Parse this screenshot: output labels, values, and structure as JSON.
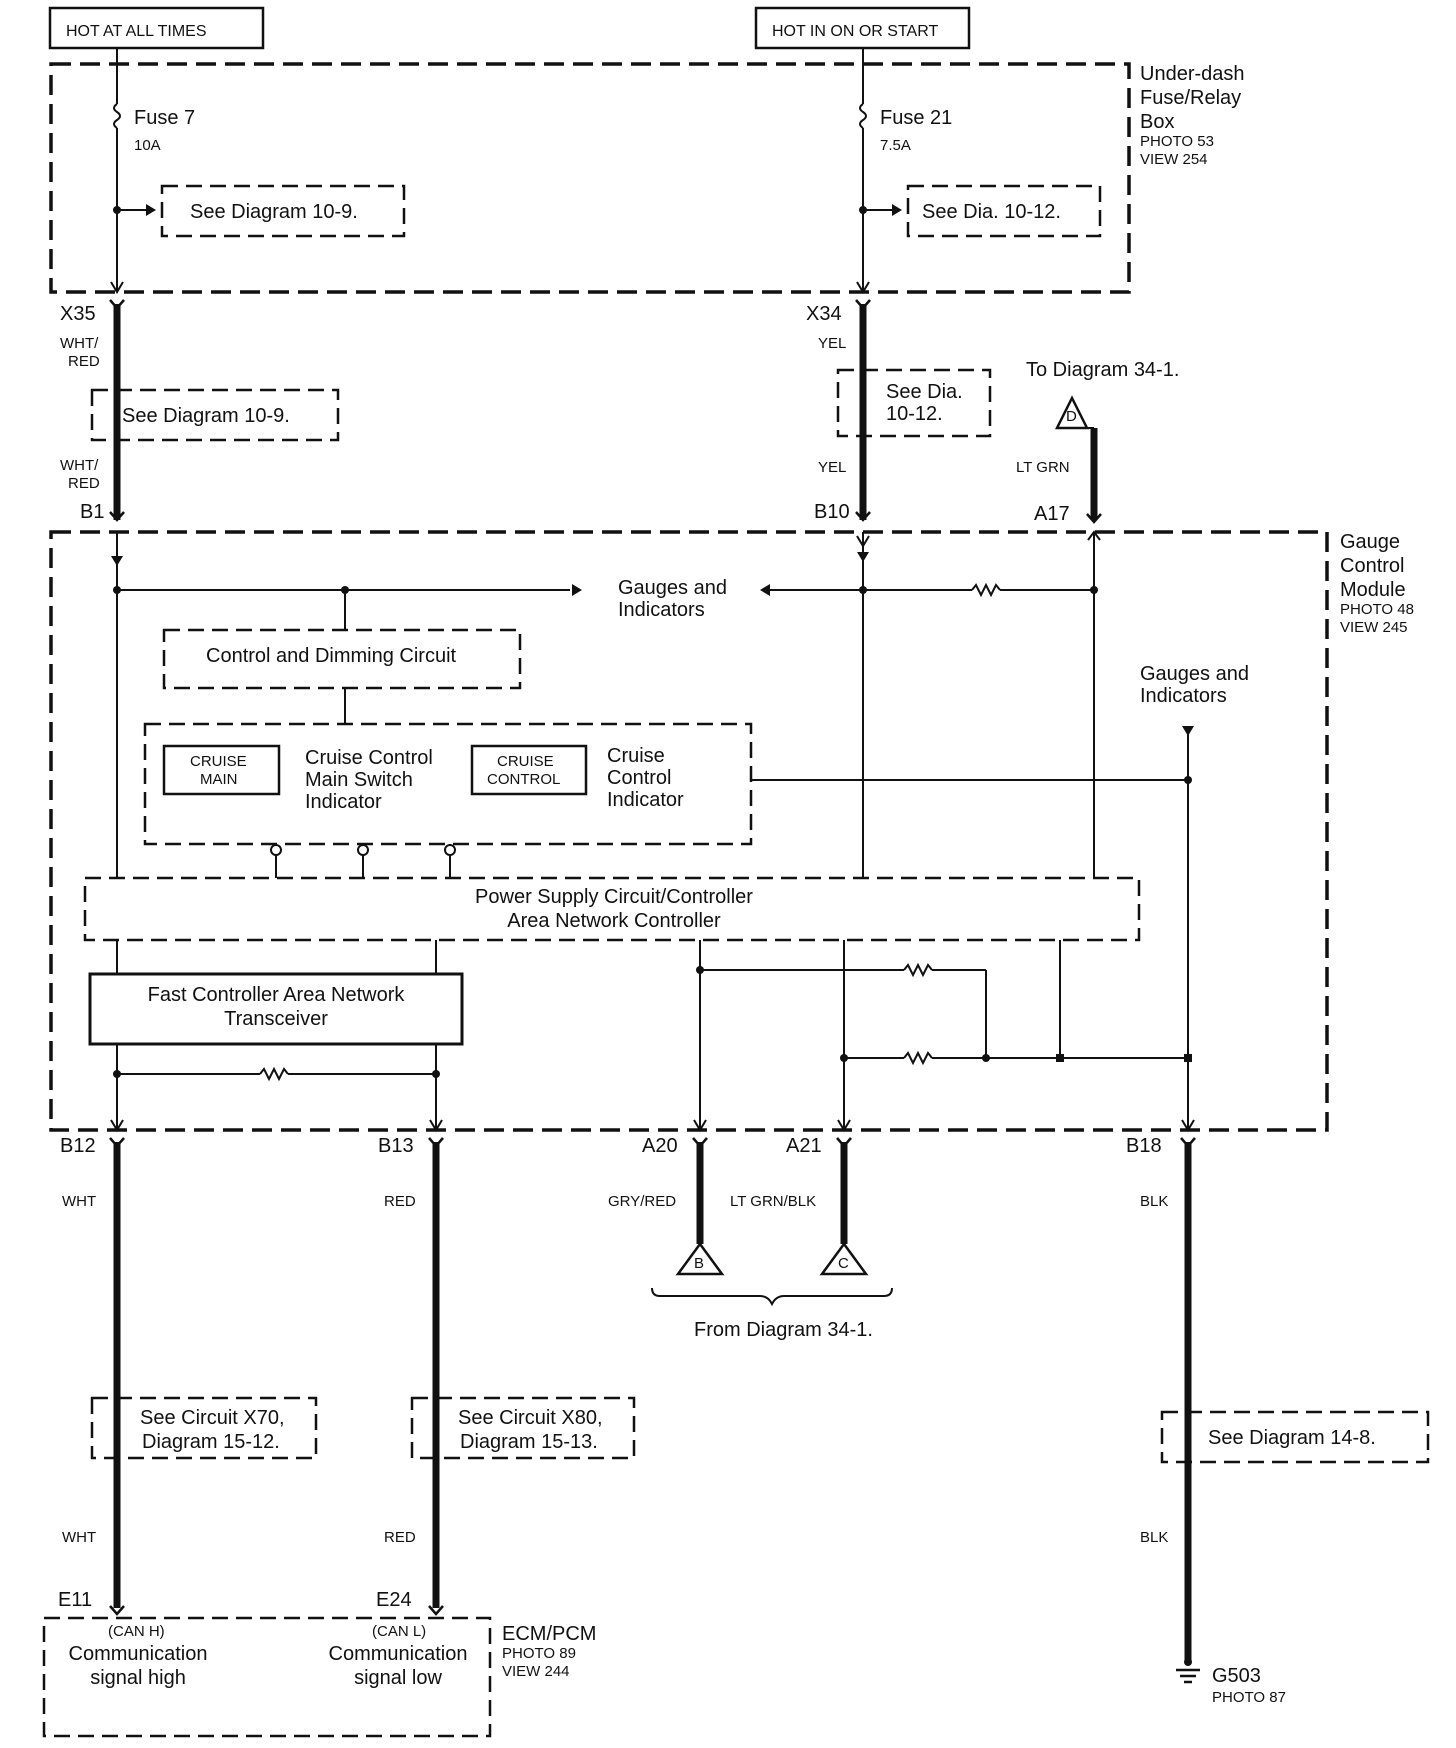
{
  "power": {
    "hot_always": "HOT AT ALL TIMES",
    "hot_on_start": "HOT IN ON OR START"
  },
  "fuse_box": {
    "name_line1": "Under-dash",
    "name_line2": "Fuse/Relay",
    "name_line3": "Box",
    "photo": "PHOTO 53",
    "view": "VIEW 254",
    "fuse7_name": "Fuse 7",
    "fuse7_rating": "10A",
    "fuse21_name": "Fuse 21",
    "fuse21_rating": "7.5A",
    "ref_left": "See Diagram 10-9.",
    "ref_right": "See Dia. 10-12."
  },
  "connectors": {
    "x35": "X35",
    "x34": "X34",
    "b1": "B1",
    "b10": "B10",
    "a17": "A17",
    "b12": "B12",
    "b13": "B13",
    "a20": "A20",
    "a21": "A21",
    "b18": "B18",
    "e11": "E11",
    "e24": "E24"
  },
  "wires": {
    "wht_red_1a": "WHT/",
    "wht_red_1b": "RED",
    "wht_red_2a": "WHT/",
    "wht_red_2b": "RED",
    "yel_1": "YEL",
    "yel_2": "YEL",
    "lt_grn": "LT GRN",
    "wht_1": "WHT",
    "wht_2": "WHT",
    "red_1": "RED",
    "red_2": "RED",
    "gry_red": "GRY/RED",
    "lt_grn_blk": "LT GRN/BLK",
    "blk_1": "BLK",
    "blk_2": "BLK"
  },
  "refs": {
    "diag_10_9": "See Diagram 10-9.",
    "dia_10_12_l1": "See Dia.",
    "dia_10_12_l2": "10-12.",
    "to_34_1": "To Diagram 34-1.",
    "from_34_1": "From Diagram 34-1.",
    "x70_l1": "See Circuit X70,",
    "x70_l2": "Diagram 15-12.",
    "x80_l1": "See Circuit X80,",
    "x80_l2": "Diagram 15-13.",
    "diag_14_8": "See Diagram 14-8.",
    "flag_d": "D",
    "flag_b": "B",
    "flag_c": "C"
  },
  "gauge_module": {
    "name_line1": "Gauge",
    "name_line2": "Control",
    "name_line3": "Module",
    "photo": "PHOTO 48",
    "view": "VIEW 245",
    "gauges_1a": "Gauges and",
    "gauges_1b": "Indicators",
    "gauges_2a": "Gauges and",
    "gauges_2b": "Indicators",
    "dimming": "Control and Dimming Circuit",
    "cruise_main_l1": "CRUISE",
    "cruise_main_l2": "MAIN",
    "cruise_main_lbl_1": "Cruise Control",
    "cruise_main_lbl_2": "Main Switch",
    "cruise_main_lbl_3": "Indicator",
    "cruise_ctrl_l1": "CRUISE",
    "cruise_ctrl_l2": "CONTROL",
    "cruise_ctrl_lbl_1": "Cruise",
    "cruise_ctrl_lbl_2": "Control",
    "cruise_ctrl_lbl_3": "Indicator",
    "psu_l1": "Power Supply Circuit/Controller",
    "psu_l2": "Area Network Controller",
    "fcan_l1": "Fast Controller Area Network",
    "fcan_l2": "Transceiver"
  },
  "ecm": {
    "name": "ECM/PCM",
    "photo": "PHOTO 89",
    "view": "VIEW 244",
    "can_h": "(CAN H)",
    "comm_high_1": "Communication",
    "comm_high_2": "signal high",
    "can_l": "(CAN L)",
    "comm_low_1": "Communication",
    "comm_low_2": "signal low"
  },
  "ground": {
    "name": "G503",
    "photo": "PHOTO 87"
  }
}
